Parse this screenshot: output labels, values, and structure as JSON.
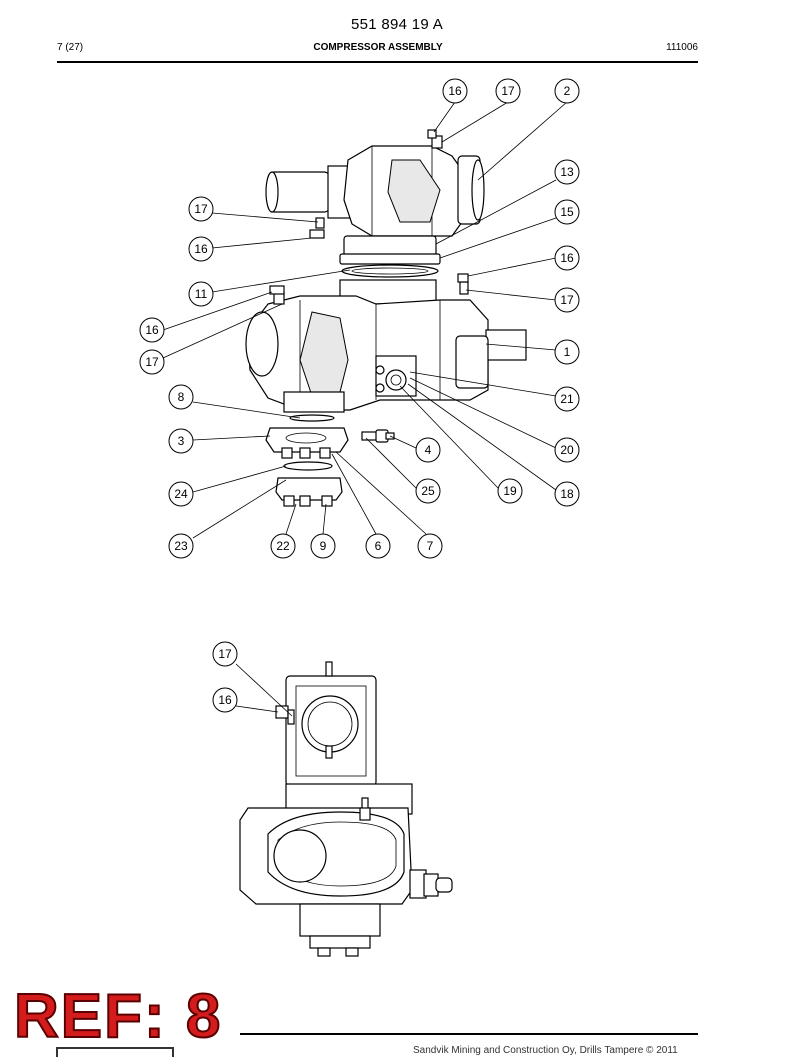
{
  "header": {
    "document_number": "551 894 19 A",
    "page": "7 (27)",
    "title": "COMPRESSOR ASSEMBLY",
    "date": "111006"
  },
  "footer": {
    "copyright": "Sandvik Mining and Construction Oy, Drills Tampere © 2011"
  },
  "stamp": {
    "text": "REF: 8"
  },
  "callouts": {
    "c16a": "16",
    "c17a": "17",
    "c2": "2",
    "c13": "13",
    "c15": "15",
    "c17b": "17",
    "c16b": "16",
    "c16c": "16",
    "c17c": "17",
    "c11": "11",
    "c16d": "16",
    "c17d": "17",
    "c1": "1",
    "c8": "8",
    "c21": "21",
    "c3": "3",
    "c4": "4",
    "c20": "20",
    "c24": "24",
    "c25": "25",
    "c19": "19",
    "c18": "18",
    "c23": "23",
    "c22": "22",
    "c9": "9",
    "c6": "6",
    "c7": "7",
    "c17e": "17",
    "c16e": "16"
  }
}
